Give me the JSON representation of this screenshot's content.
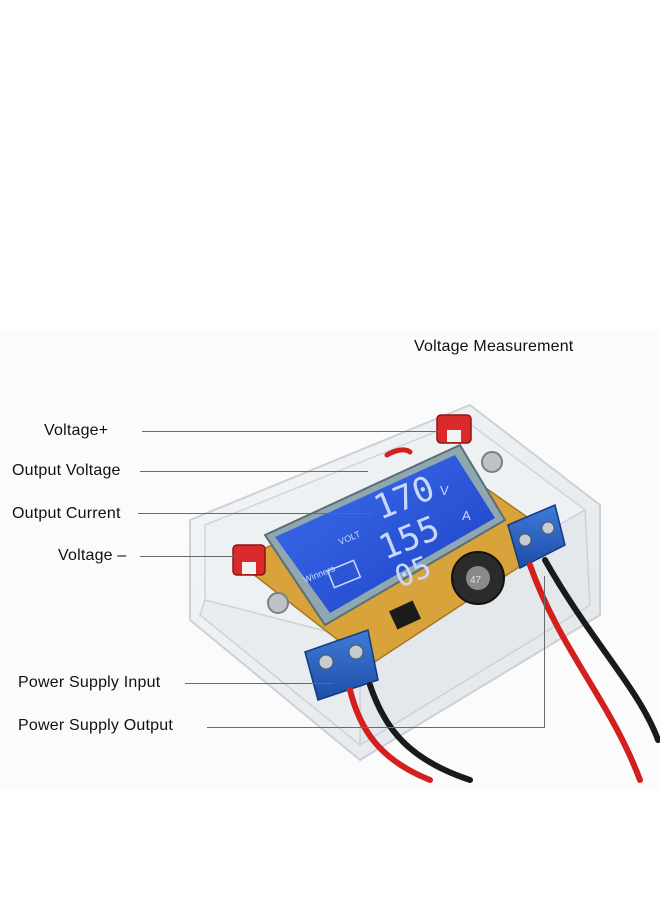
{
  "labels": {
    "voltage_measurement": "Voltage Measurement",
    "voltage_plus": "Voltage+",
    "output_voltage": "Output Voltage",
    "output_current": "Output Current",
    "voltage_minus": "Voltage –",
    "power_supply_input": "Power Supply Input",
    "power_supply_output": "Power Supply Output"
  },
  "lcd": {
    "row1": "170",
    "row1_unit": "V",
    "row2": "155",
    "row2_unit": "A",
    "row3": "05",
    "brand": "Winners",
    "volt_tag": "VOLT"
  },
  "inductor_marking": "47"
}
